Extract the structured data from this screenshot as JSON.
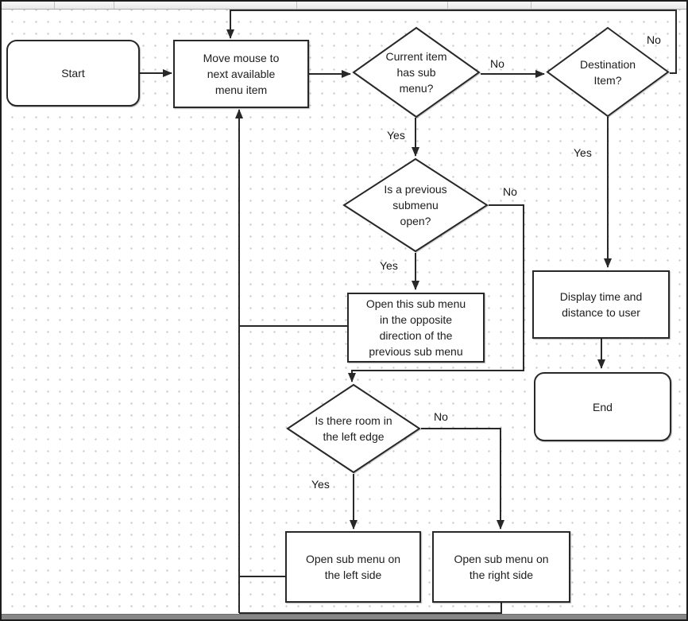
{
  "nodes": {
    "start": {
      "label": "Start"
    },
    "move_mouse": {
      "label": "Move mouse to next available menu item"
    },
    "has_submenu": {
      "label": "Current item has sub menu?"
    },
    "destination": {
      "label": "Destination Item?"
    },
    "prev_submenu": {
      "label": "Is a previous submenu open?"
    },
    "open_opposite": {
      "label": "Open this sub menu in the opposite direction of the previous sub menu"
    },
    "display_time": {
      "label": "Display time and distance to user"
    },
    "end": {
      "label": "End"
    },
    "room_left": {
      "label": "Is there room in the left edge"
    },
    "open_left": {
      "label": "Open sub menu on the left side"
    },
    "open_right": {
      "label": "Open sub menu on the right side"
    }
  },
  "edge_labels": {
    "current_no": "No",
    "current_yes": "Yes",
    "destination_no": "No",
    "destination_yes": "Yes",
    "prev_no": "No",
    "prev_yes": "Yes",
    "room_no": "No",
    "room_yes": "Yes"
  },
  "colors": {
    "node_border": "#282828",
    "connector": "#282828",
    "canvas_dot": "#cacaca",
    "header_bg": "#efefef",
    "bottom_bar": "#878787"
  }
}
